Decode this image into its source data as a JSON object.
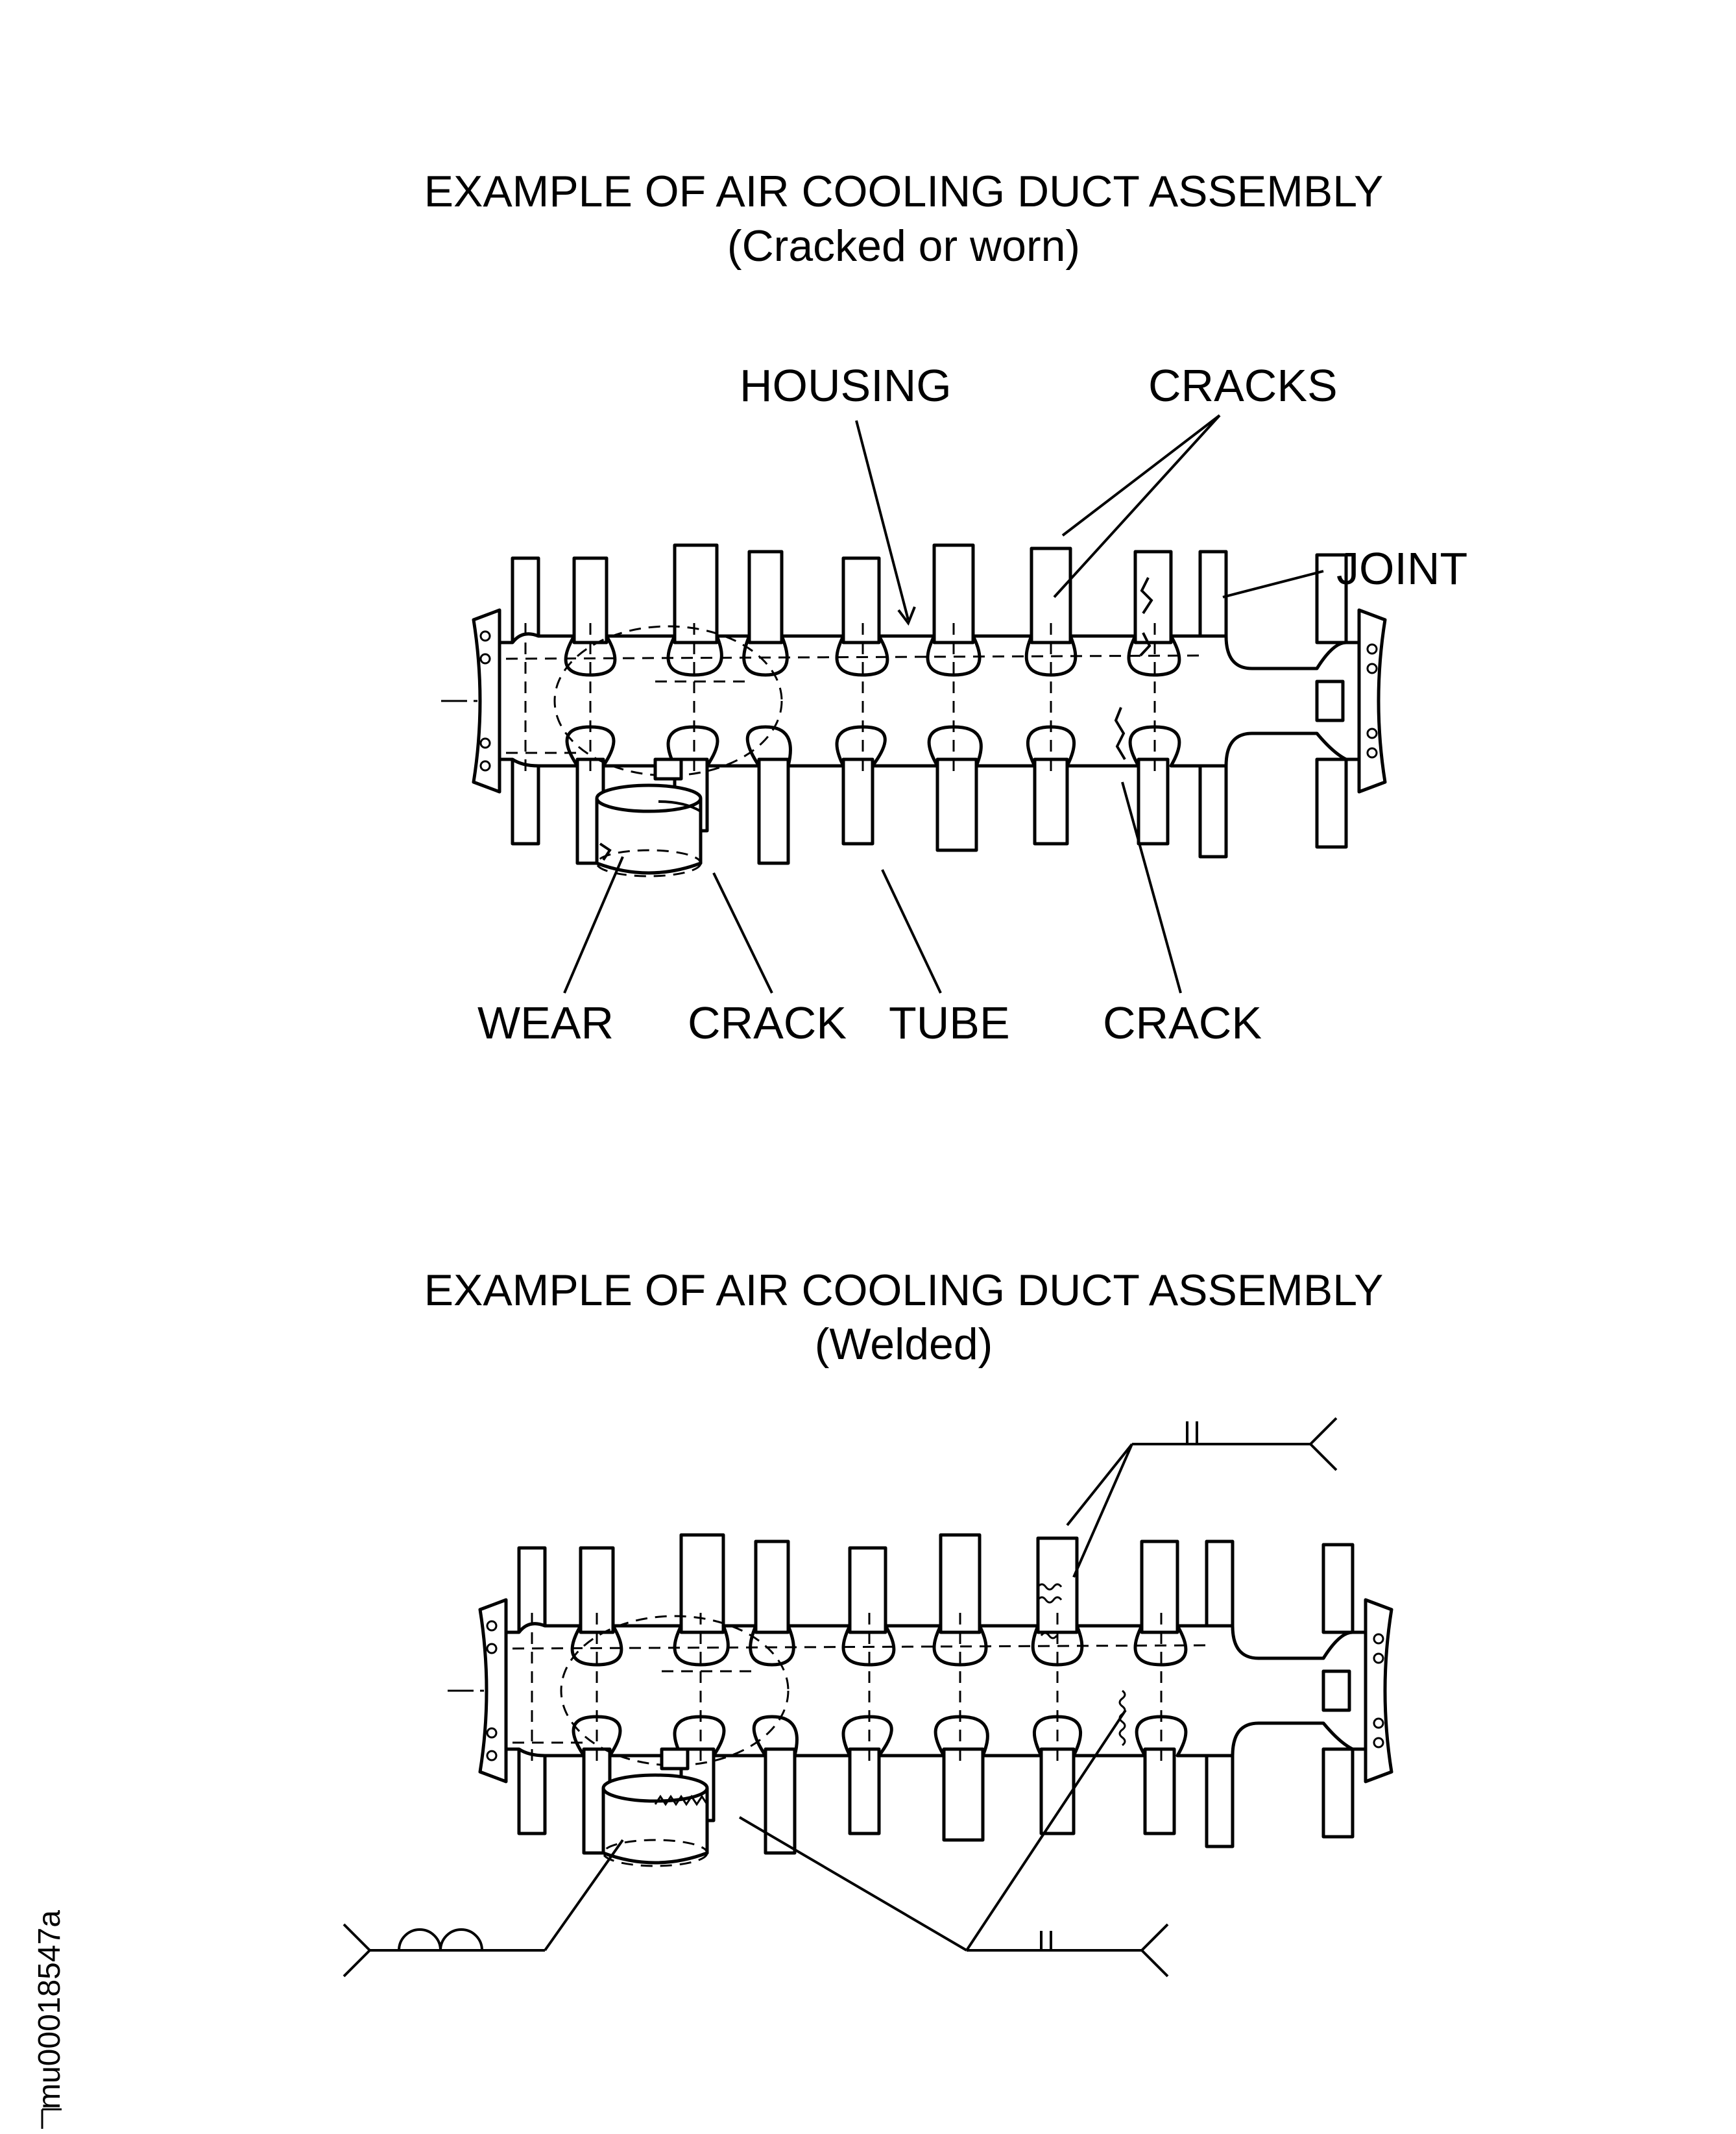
{
  "top": {
    "title": "EXAMPLE OF AIR COOLING DUCT ASSEMBLY",
    "subtitle": "(Cracked or worn)",
    "labels": {
      "housing": "HOUSING",
      "cracks": "CRACKS",
      "joint": "JOINT",
      "wear": "WEAR",
      "crack_left": "CRACK",
      "tube": "TUBE",
      "crack_right": "CRACK"
    }
  },
  "bottom": {
    "title": "EXAMPLE OF AIR COOLING DUCT ASSEMBLY",
    "subtitle": "(Welded)"
  },
  "figure_code": "mu00018547a"
}
